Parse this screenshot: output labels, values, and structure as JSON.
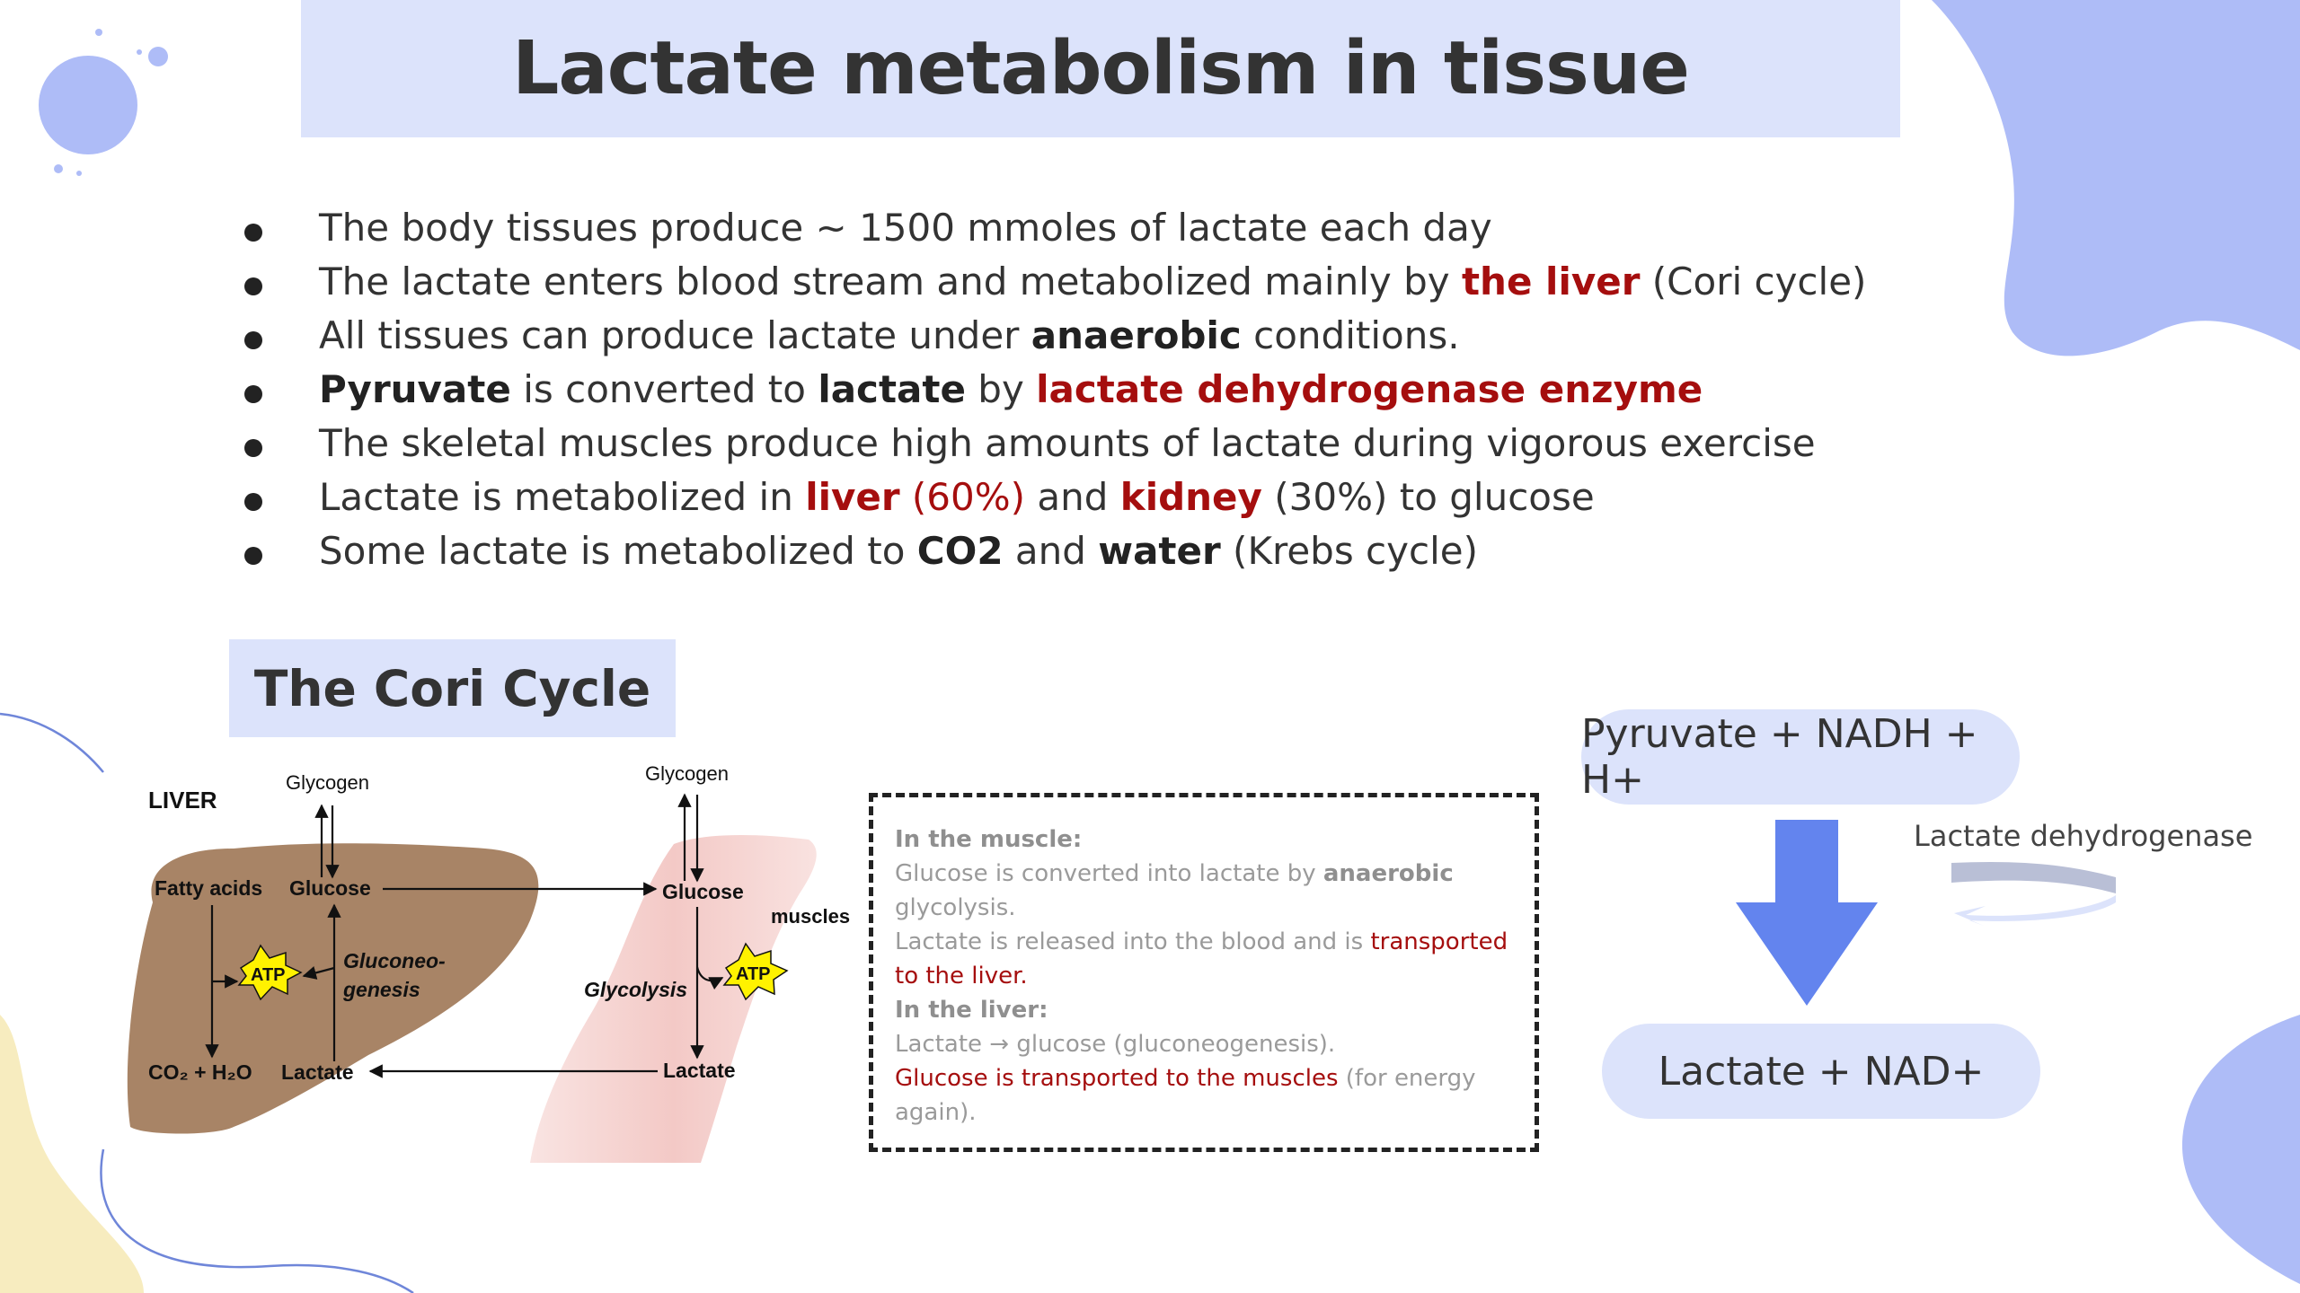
{
  "title": "Lactate metabolism in tissue",
  "bullets": [
    {
      "parts": [
        {
          "t": "The body tissues produce ~ 1500 mmoles of lactate each day",
          "s": ""
        }
      ]
    },
    {
      "parts": [
        {
          "t": "The lactate enters blood stream and metabolized mainly by ",
          "s": ""
        },
        {
          "t": "the liver",
          "s": "rb"
        },
        {
          "t": " (Cori cycle)",
          "s": ""
        }
      ]
    },
    {
      "parts": [
        {
          "t": "All tissues can produce lactate under ",
          "s": ""
        },
        {
          "t": "anaerobic",
          "s": "b"
        },
        {
          "t": " conditions.",
          "s": ""
        }
      ]
    },
    {
      "parts": [
        {
          "t": "Pyruvate",
          "s": "b"
        },
        {
          "t": " is converted to ",
          "s": ""
        },
        {
          "t": "lactate",
          "s": "b"
        },
        {
          "t": " by ",
          "s": ""
        },
        {
          "t": "lactate dehydrogenase enzyme",
          "s": "rb"
        }
      ]
    },
    {
      "parts": [
        {
          "t": "The skeletal muscles produce high amounts of lactate during vigorous exercise",
          "s": ""
        }
      ]
    },
    {
      "parts": [
        {
          "t": "Lactate is metabolized in ",
          "s": ""
        },
        {
          "t": "liver",
          "s": "rb"
        },
        {
          "t": " (60%)",
          "s": "r"
        },
        {
          "t": " and ",
          "s": ""
        },
        {
          "t": "kidney",
          "s": "rb"
        },
        {
          "t": " (30%) to glucose",
          "s": ""
        }
      ]
    },
    {
      "parts": [
        {
          "t": "Some lactate is metabolized to ",
          "s": ""
        },
        {
          "t": "CO2",
          "s": "b"
        },
        {
          "t": " and ",
          "s": ""
        },
        {
          "t": "water",
          "s": "b"
        },
        {
          "t": " (Krebs cycle)",
          "s": ""
        }
      ]
    }
  ],
  "cori_title": "The Cori Cycle",
  "diagram": {
    "liver_label": "LIVER",
    "glycogen_liver": "Glycogen",
    "glycogen_muscle": "Glycogen",
    "fatty_acids": "Fatty acids",
    "glucose_liver": "Glucose",
    "glucose_muscle": "Glucose",
    "muscles_label": "muscles",
    "atp": "ATP",
    "gluconeo_1": "Gluconeo-",
    "gluconeo_2": "genesis",
    "glycolysis": "Glycolysis",
    "co2_h2o": "CO₂ + H₂O",
    "lactate_liver": "Lactate",
    "lactate_muscle": "Lactate"
  },
  "notes": {
    "muscle_heading": "In the muscle:",
    "muscle_line1_a": "Glucose is converted into lactate by ",
    "muscle_line1_b": "anaerobic",
    "muscle_line1_c": " glycolysis.",
    "muscle_line2_a": "Lactate is released into the blood and is ",
    "muscle_line2_b": "transported to the liver.",
    "liver_heading": "In the liver:",
    "liver_line1": "Lactate → glucose (gluconeogenesis).",
    "liver_line2_a": "Glucose is transported to the muscles",
    "liver_line2_b": " (for energy again)."
  },
  "reaction": {
    "reactants": "Pyruvate + NADH + H+",
    "enzyme": "Lactate dehydrogenase",
    "products": "Lactate + NAD+"
  },
  "colors": {
    "accent_blue": "#aebcf7",
    "header_bg": "#dce3fb",
    "highlight_red": "#a50e0e",
    "arrow_blue": "#6384ee",
    "liver_brown": "#a88466",
    "muscle_pink": "#f6d2d0",
    "atp_yellow": "#fff200"
  }
}
